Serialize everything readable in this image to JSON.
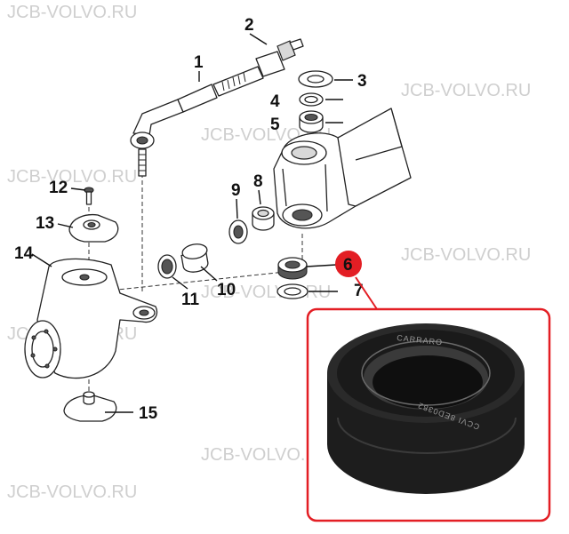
{
  "watermark": "JCB-VOLVO.RU",
  "callouts": [
    {
      "id": "1",
      "label": "1"
    },
    {
      "id": "2",
      "label": "2"
    },
    {
      "id": "3",
      "label": "3"
    },
    {
      "id": "4",
      "label": "4"
    },
    {
      "id": "5",
      "label": "5"
    },
    {
      "id": "6",
      "label": "6",
      "highlight": true
    },
    {
      "id": "7",
      "label": "7"
    },
    {
      "id": "8",
      "label": "8"
    },
    {
      "id": "9",
      "label": "9"
    },
    {
      "id": "10",
      "label": "10"
    },
    {
      "id": "11",
      "label": "11"
    },
    {
      "id": "12",
      "label": "12"
    },
    {
      "id": "13",
      "label": "13"
    },
    {
      "id": "14",
      "label": "14"
    },
    {
      "id": "15",
      "label": "15"
    }
  ],
  "detail": {
    "highlight_color": "#e31e24",
    "bearing_text_top": "CARRARO",
    "bearing_text_bottom": "CCVI 8ED0382"
  }
}
